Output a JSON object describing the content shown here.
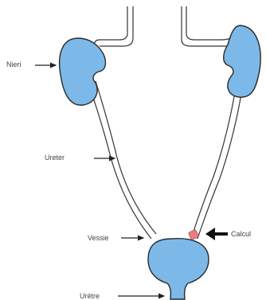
{
  "labels": {
    "kidney": "Nieri",
    "ureter": "Ureter",
    "calculus": "Calcul",
    "bladder": "Vessie",
    "urethra": "Urètre"
  },
  "colors": {
    "organ_fill": "#7db9e8",
    "outline": "#2b2b2b",
    "calculus": "#e88080",
    "label_text": "#444444"
  }
}
